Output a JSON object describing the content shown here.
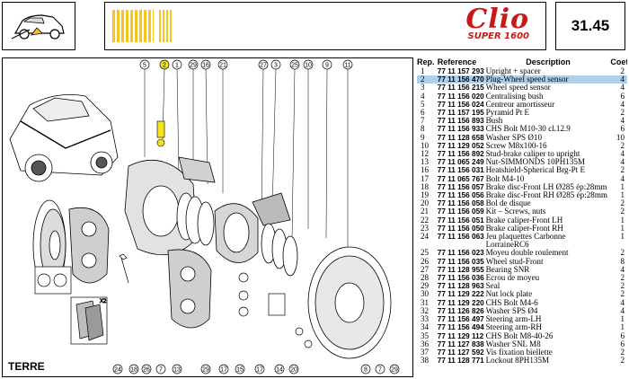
{
  "header": {
    "logo_main": "Clio",
    "logo_sub": "SUPER 1600",
    "page_number": "31.45",
    "accent_color": "#f7c51e",
    "logo_color": "#c61a1a"
  },
  "diagram": {
    "terre_label": "TERRE",
    "callouts_top": [
      "5",
      "2",
      "1",
      "29",
      "16",
      "21",
      "27",
      "3",
      "25",
      "10",
      "9",
      "11"
    ],
    "callouts_bottom": [
      "24",
      "18",
      "26",
      "7",
      "13",
      "29",
      "17",
      "15",
      "17",
      "14",
      "20",
      "8",
      "7",
      "29"
    ],
    "callout_x2": "X2",
    "highlight_color": "#f4e21a"
  },
  "parts_table": {
    "headers": {
      "rep": "Rep.",
      "ref": "Reference",
      "desc": "Description",
      "coef": "Coef"
    },
    "rows": [
      {
        "rep": "1",
        "ref": "77 11 157 293",
        "desc": "Upright + spacer",
        "coef": "2"
      },
      {
        "rep": "2",
        "ref": "77 11 156 470",
        "desc": "Plug-Wheel speed sensor",
        "coef": "4",
        "selected": true
      },
      {
        "rep": "3",
        "ref": "77 11 156 215",
        "desc": "Wheel speed sensor",
        "coef": "4"
      },
      {
        "rep": "4",
        "ref": "77 11 156 020",
        "desc": "Centralising bush",
        "coef": "6"
      },
      {
        "rep": "5",
        "ref": "77 11 156 024",
        "desc": "Centreur amortisseur",
        "coef": "4"
      },
      {
        "rep": "6",
        "ref": "77 11 157 195",
        "desc": "Pyramid Pt E",
        "coef": "2"
      },
      {
        "rep": "7",
        "ref": "77 11 156 893",
        "desc": "Bush",
        "coef": "4"
      },
      {
        "rep": "8",
        "ref": "77 11 156 933",
        "desc": "CHS Bolt M10-30 cl.12.9",
        "coef": "6"
      },
      {
        "rep": "9",
        "ref": "77 11 128 658",
        "desc": "Washer SPS Ø10",
        "coef": "10"
      },
      {
        "rep": "10",
        "ref": "77 11 129 052",
        "desc": "Screw M8x100-16",
        "coef": "2"
      },
      {
        "rep": "12",
        "ref": "77 11 156 892",
        "desc": "Stud-brake caliper to upright",
        "coef": "4"
      },
      {
        "rep": "13",
        "ref": "77 11 065 249",
        "desc": "Nut-SIMMONDS 10PH135M",
        "coef": "4"
      },
      {
        "rep": "16",
        "ref": "77 11 156 031",
        "desc": "Heatshield-Spherical Brg-Pt E",
        "coef": "2"
      },
      {
        "rep": "17",
        "ref": "77 11 065 767",
        "desc": "Bolt M4-10",
        "coef": "4"
      },
      {
        "rep": "18",
        "ref": "77 11 156 057",
        "desc": "Brake disc-Front LH Ø285 ép:28mm",
        "coef": "1",
        "wrap": true
      },
      {
        "rep": "19",
        "ref": "77 11 156 056",
        "desc": "Brake disc-Front RH Ø285 ép:28mm",
        "coef": "1",
        "wrap": true
      },
      {
        "rep": "20",
        "ref": "77 11 156 058",
        "desc": "Bol de disque",
        "coef": "2"
      },
      {
        "rep": "21",
        "ref": "77 11 156 059",
        "desc": "Kit – Screws, nuts",
        "coef": "2"
      },
      {
        "rep": "22",
        "ref": "77 11 156 051",
        "desc": "Brake caliper-Front LH",
        "coef": "1"
      },
      {
        "rep": "23",
        "ref": "77 11 156 050",
        "desc": "Brake caliper-Front RH",
        "coef": "1"
      },
      {
        "rep": "24",
        "ref": "77 11 156 063",
        "desc": "Jeu plaquettes Carbonne LorraineRC6",
        "coef": "1",
        "wrap": true
      },
      {
        "rep": "25",
        "ref": "77 11 156 023",
        "desc": "Moyeu double roulement",
        "coef": "2"
      },
      {
        "rep": "26",
        "ref": "77 11 156 035",
        "desc": "Wheel stud-Front",
        "coef": "8"
      },
      {
        "rep": "27",
        "ref": "77 11 128 955",
        "desc": "Bearing SNR",
        "coef": "4"
      },
      {
        "rep": "28",
        "ref": "77 11 156 036",
        "desc": "Ecrou de moyeu",
        "coef": "2"
      },
      {
        "rep": "29",
        "ref": "77 11 128 963",
        "desc": "Seal",
        "coef": "2"
      },
      {
        "rep": "30",
        "ref": "77 11 129 222",
        "desc": "Nut lock plate",
        "coef": "2"
      },
      {
        "rep": "31",
        "ref": "77 11 129 220",
        "desc": "CHS Bolt M4-6",
        "coef": "4"
      },
      {
        "rep": "32",
        "ref": "77 11 126 826",
        "desc": "Washer SPS Ø4",
        "coef": "4"
      },
      {
        "rep": "33",
        "ref": "77 11 156 497",
        "desc": "Steering arm-LH",
        "coef": "1"
      },
      {
        "rep": "34",
        "ref": "77 11 156 494",
        "desc": "Steering arm-RH",
        "coef": "1"
      },
      {
        "rep": "35",
        "ref": "77 11 129 112",
        "desc": "CHS Bolt M8-40-26",
        "coef": "6"
      },
      {
        "rep": "36",
        "ref": "77 11 127 838",
        "desc": "Washer SNL M8",
        "coef": "6"
      },
      {
        "rep": "37",
        "ref": "77 11 127 592",
        "desc": "Vis fixation biellette",
        "coef": "2"
      },
      {
        "rep": "38",
        "ref": "77 11 128 771",
        "desc": "Lockout 8PH135M",
        "coef": "2"
      }
    ]
  }
}
